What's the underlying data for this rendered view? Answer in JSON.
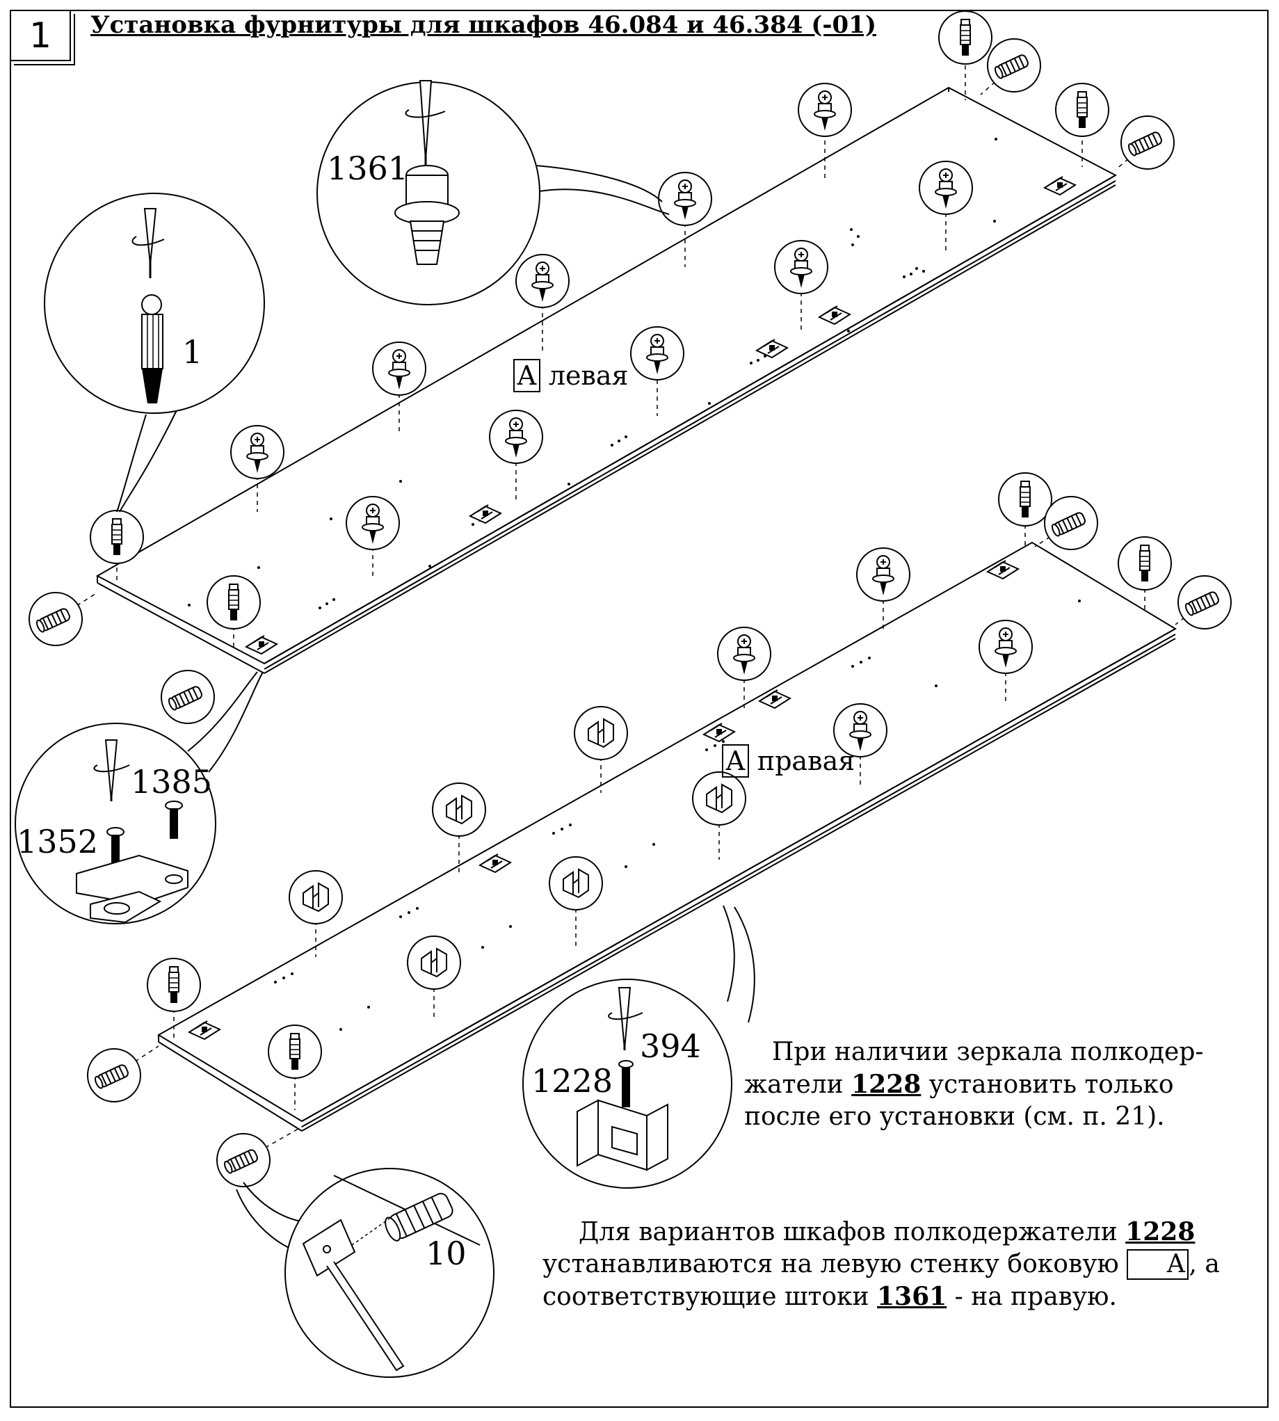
{
  "step": {
    "number": "1"
  },
  "title": "Установка фурнитуры для шкафов 46.084 и 46.384 (-01)",
  "panels": {
    "left": {
      "letter": "А",
      "label": "левая"
    },
    "right": {
      "letter": "А",
      "label": "правая"
    }
  },
  "callouts": {
    "cam_pin": "1",
    "shelf_pin_rod": "1361",
    "hinge_screw_a": "1385",
    "hinge_screw_b": "1352",
    "shelf_support": "1228",
    "shelf_support_screw": "394",
    "dowel": "10"
  },
  "notes": {
    "mirror": {
      "pre": "При наличии зеркала полкодер-жатели ",
      "part": "1228",
      "post": " установить только после его установки (см. п. 21)."
    },
    "variants": {
      "pre": "Для вариантов шкафов полкодержатели ",
      "part1": "1228",
      "mid": " устанавливаются на левую стенку боковую ",
      "letter": "А",
      "mid2": ", а соответствующие штоки ",
      "part2": "1361",
      "post": " - на правую."
    }
  }
}
